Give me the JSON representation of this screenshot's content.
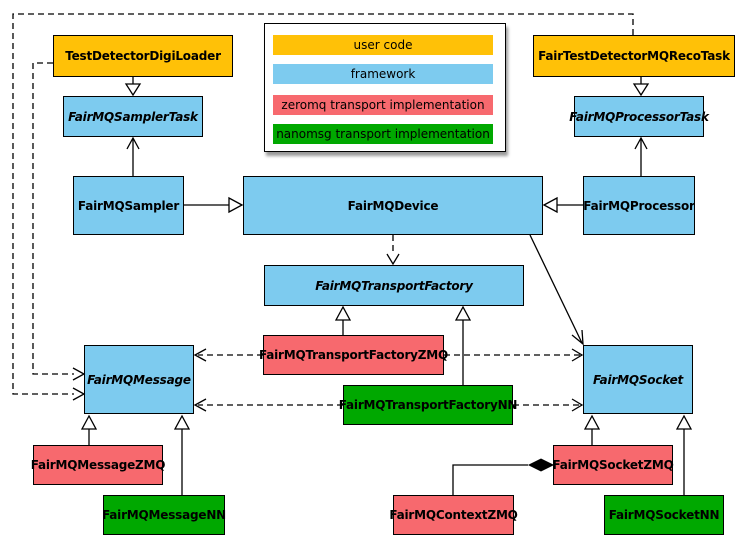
{
  "legend": {
    "items": [
      {
        "label": "user code",
        "color": "#FFC107"
      },
      {
        "label": "framework",
        "color": "#7DCBEF"
      },
      {
        "label": "zeromq transport implementation",
        "color": "#F7696E"
      },
      {
        "label": "nanomsg transport implementation",
        "color": "#00A800"
      }
    ]
  },
  "nodes": {
    "digiLoader": {
      "label": "TestDetectorDigiLoader",
      "category": "user code",
      "color": "#FFC107",
      "abstract": false
    },
    "samplerTask": {
      "label": "FairMQSamplerTask",
      "category": "framework",
      "color": "#7DCBEF",
      "abstract": true
    },
    "sampler": {
      "label": "FairMQSampler",
      "category": "framework",
      "color": "#7DCBEF",
      "abstract": false
    },
    "recoTask": {
      "label": "FairTestDetectorMQRecoTask",
      "category": "user code",
      "color": "#FFC107",
      "abstract": false
    },
    "processorTask": {
      "label": "FairMQProcessorTask",
      "category": "framework",
      "color": "#7DCBEF",
      "abstract": true
    },
    "processor": {
      "label": "FairMQProcessor",
      "category": "framework",
      "color": "#7DCBEF",
      "abstract": false
    },
    "device": {
      "label": "FairMQDevice",
      "category": "framework",
      "color": "#7DCBEF",
      "abstract": false
    },
    "transportFactory": {
      "label": "FairMQTransportFactory",
      "category": "framework",
      "color": "#7DCBEF",
      "abstract": true
    },
    "transportFactoryZMQ": {
      "label": "FairMQTransportFactoryZMQ",
      "category": "zeromq transport implementation",
      "color": "#F7696E",
      "abstract": false
    },
    "transportFactoryNN": {
      "label": "FairMQTransportFactoryNN",
      "category": "nanomsg transport implementation",
      "color": "#00A800",
      "abstract": false
    },
    "message": {
      "label": "FairMQMessage",
      "category": "framework",
      "color": "#7DCBEF",
      "abstract": true
    },
    "socket": {
      "label": "FairMQSocket",
      "category": "framework",
      "color": "#7DCBEF",
      "abstract": true
    },
    "messageZMQ": {
      "label": "FairMQMessageZMQ",
      "category": "zeromq transport implementation",
      "color": "#F7696E",
      "abstract": false
    },
    "messageNN": {
      "label": "FairMQMessageNN",
      "category": "nanomsg transport implementation",
      "color": "#00A800",
      "abstract": false
    },
    "socketZMQ": {
      "label": "FairMQSocketZMQ",
      "category": "zeromq transport implementation",
      "color": "#F7696E",
      "abstract": false
    },
    "socketNN": {
      "label": "FairMQSocketNN",
      "category": "nanomsg transport implementation",
      "color": "#00A800",
      "abstract": false
    },
    "contextZMQ": {
      "label": "FairMQContextZMQ",
      "category": "zeromq transport implementation",
      "color": "#F7696E",
      "abstract": false
    }
  },
  "edges": [
    {
      "from": "TestDetectorDigiLoader",
      "to": "FairMQSamplerTask",
      "type": "generalization"
    },
    {
      "from": "FairMQSampler",
      "to": "FairMQSamplerTask",
      "type": "association"
    },
    {
      "from": "FairMQSampler",
      "to": "FairMQDevice",
      "type": "generalization"
    },
    {
      "from": "FairTestDetectorMQRecoTask",
      "to": "FairMQProcessorTask",
      "type": "generalization"
    },
    {
      "from": "FairMQProcessor",
      "to": "FairMQProcessorTask",
      "type": "association"
    },
    {
      "from": "FairMQProcessor",
      "to": "FairMQDevice",
      "type": "generalization"
    },
    {
      "from": "FairMQDevice",
      "to": "FairMQTransportFactory",
      "type": "dependency"
    },
    {
      "from": "FairMQDevice",
      "to": "FairMQSocket",
      "type": "association"
    },
    {
      "from": "FairMQTransportFactoryZMQ",
      "to": "FairMQTransportFactory",
      "type": "generalization"
    },
    {
      "from": "FairMQTransportFactoryNN",
      "to": "FairMQTransportFactory",
      "type": "generalization"
    },
    {
      "from": "FairMQTransportFactoryZMQ",
      "to": "FairMQMessage",
      "type": "dependency"
    },
    {
      "from": "FairMQTransportFactoryZMQ",
      "to": "FairMQSocket",
      "type": "dependency"
    },
    {
      "from": "FairMQTransportFactoryNN",
      "to": "FairMQMessage",
      "type": "dependency"
    },
    {
      "from": "FairMQTransportFactoryNN",
      "to": "FairMQSocket",
      "type": "dependency"
    },
    {
      "from": "TestDetectorDigiLoader",
      "to": "FairMQMessage",
      "type": "dependency"
    },
    {
      "from": "FairTestDetectorMQRecoTask",
      "to": "FairMQMessage",
      "type": "dependency"
    },
    {
      "from": "FairMQMessageZMQ",
      "to": "FairMQMessage",
      "type": "generalization"
    },
    {
      "from": "FairMQMessageNN",
      "to": "FairMQMessage",
      "type": "generalization"
    },
    {
      "from": "FairMQSocketZMQ",
      "to": "FairMQSocket",
      "type": "generalization"
    },
    {
      "from": "FairMQSocketNN",
      "to": "FairMQSocket",
      "type": "generalization"
    },
    {
      "from": "FairMQContextZMQ",
      "to": "FairMQSocketZMQ",
      "type": "composition"
    }
  ]
}
